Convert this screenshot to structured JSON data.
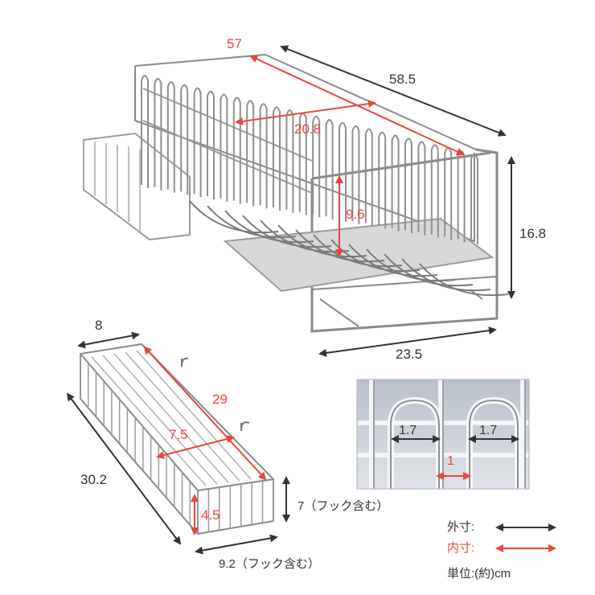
{
  "colors": {
    "outer_arrow": "#333333",
    "inner_arrow": "#e8463e",
    "wire": "#8a8a8a",
    "wire_dark": "#5c5c5c",
    "photo_bg": "#c9ced6"
  },
  "main_rack": {
    "length_outer": "58.5",
    "length_inner": "57",
    "width_inner": "20.8",
    "height_inner": "9.6",
    "height_outer": "16.8",
    "depth_outer": "23.5"
  },
  "basket": {
    "width_outer": "8",
    "length_inner": "29",
    "width_inner": "7.5",
    "length_outer": "30.2",
    "height_inner": "4.5",
    "height_outer": "7（フック含む）",
    "bottom_outer": "9.2（フック含む）"
  },
  "closeup": {
    "hook_left": "1.7",
    "hook_right": "1.7",
    "gap": "1"
  },
  "legend": {
    "outer_label": "外寸:",
    "inner_label": "内寸:",
    "unit_label": "単位:(約)cm"
  }
}
